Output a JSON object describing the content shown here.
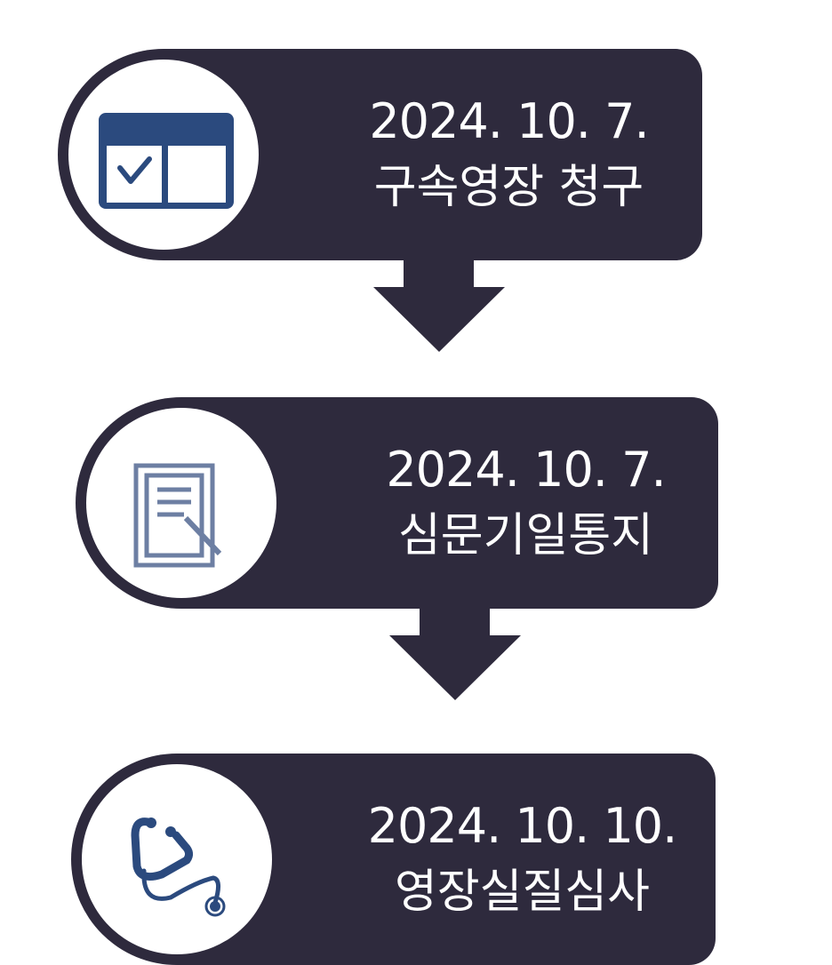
{
  "colors": {
    "box": "#2e2a3d",
    "icon": "#2b4a7e"
  },
  "steps": [
    {
      "date": "2024. 10. 7.",
      "label": "구속영장 청구",
      "icon": "checklist-window-icon"
    },
    {
      "date": "2024. 10. 7.",
      "label": "심문기일통지",
      "icon": "document-edit-icon"
    },
    {
      "date": "2024. 10. 10.",
      "label": "영장실질심사",
      "icon": "stethoscope-icon"
    }
  ]
}
